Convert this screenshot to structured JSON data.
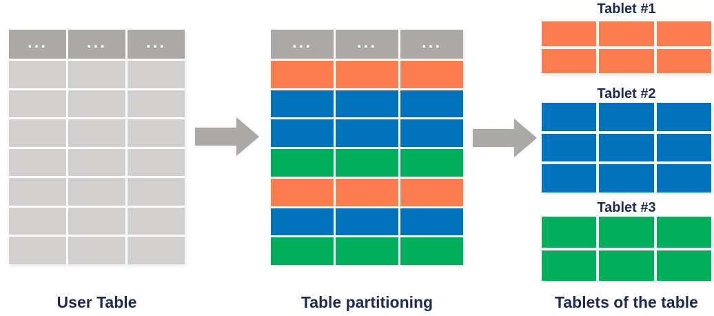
{
  "colors": {
    "background": "#FFFFFF",
    "header_gray": "#ACA8A5",
    "row_gray": "#D2D0CF",
    "orange": "#FC7E50",
    "blue": "#0072BC",
    "green": "#00AE5C",
    "label_navy": "#1F2A52",
    "arrow_gray": "#ACA8A5"
  },
  "user_table": {
    "label": "User Table",
    "header_placeholder": "...",
    "columns": 3,
    "rows": [
      "gray",
      "gray",
      "gray",
      "gray",
      "gray",
      "gray",
      "gray"
    ]
  },
  "partitioned_table": {
    "label": "Table partitioning",
    "header_placeholder": "...",
    "columns": 3,
    "rows": [
      "orange",
      "blue",
      "blue",
      "green",
      "orange",
      "blue",
      "green"
    ]
  },
  "tablets": {
    "label": "Tablets of the table",
    "items": [
      {
        "title": "Tablet #1",
        "color": "orange",
        "rows": 2,
        "columns": 3
      },
      {
        "title": "Tablet #2",
        "color": "blue",
        "rows": 3,
        "columns": 3
      },
      {
        "title": "Tablet #3",
        "color": "green",
        "rows": 2,
        "columns": 3
      }
    ]
  }
}
